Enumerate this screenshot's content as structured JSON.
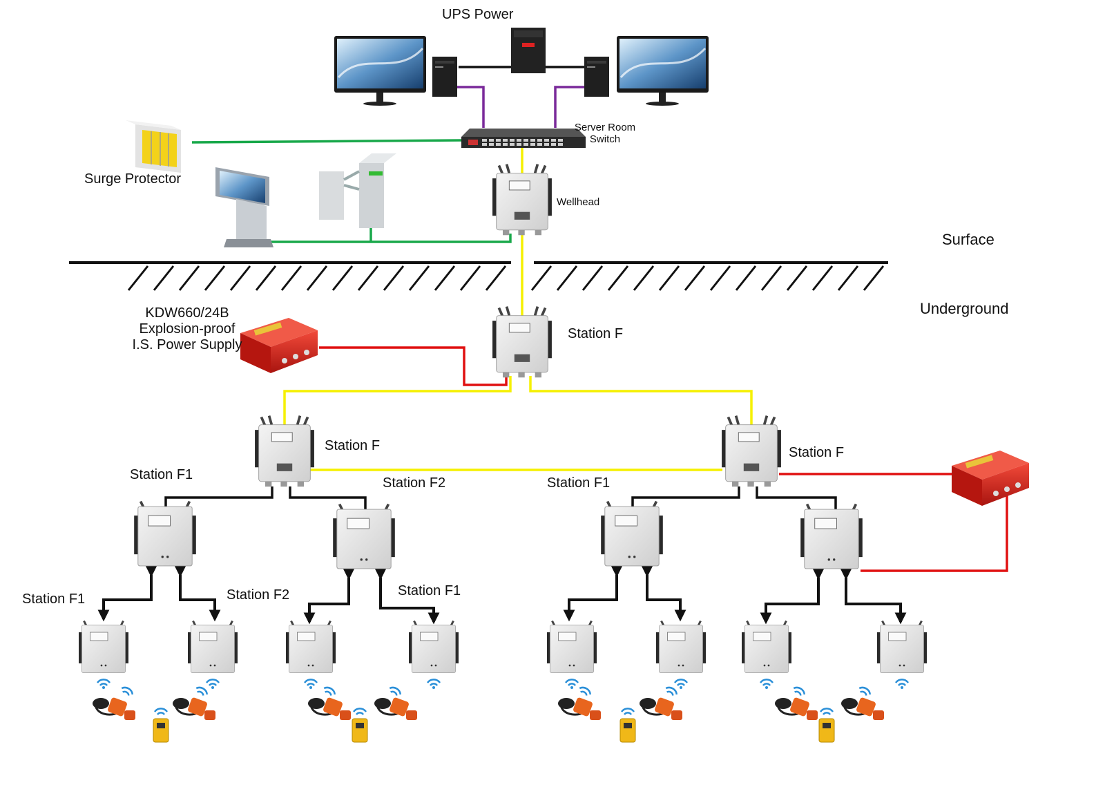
{
  "labels": {
    "ups": "UPS Power",
    "server_switch_1": "Server Room",
    "server_switch_2": "Switch",
    "surge": "Surge Protector",
    "wellhead": "Wellhead",
    "surface": "Surface",
    "underground": "Underground",
    "kdw_1": "KDW660/24B",
    "kdw_2": "Explosion-proof",
    "kdw_3": "I.S. Power Supply",
    "station_f_main": "Station F",
    "station_f_left": "Station F",
    "station_f_right": "Station F",
    "left_f1": "Station F1",
    "left_f2": "Station F2",
    "right_f1": "Station F1",
    "ll_f1": "Station F1",
    "lr_f2": "Station F2",
    "lr_f1": "Station F1"
  },
  "colors": {
    "yellow_link": "#f5f000",
    "green_link": "#18a84a",
    "red_power": "#e01010",
    "purple_link": "#7a2a9a",
    "black_link": "#111111",
    "device_body": "#e6e6e6",
    "power_supply": "#d9251d"
  },
  "icons": [
    "monitor-icon",
    "server-icon",
    "ups-icon",
    "network-switch-icon",
    "surge-protector-icon",
    "kiosk-icon",
    "turnstile-icon",
    "base-station-icon",
    "power-supply-icon",
    "cap-lamp-icon",
    "tag-device-icon",
    "wireless-signal-icon"
  ]
}
